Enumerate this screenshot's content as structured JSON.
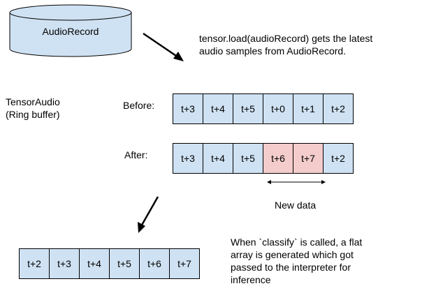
{
  "db_label": "AudioRecord",
  "load_note": [
    "tensor.load(audioRecord) gets the latest",
    "audio samples from AudioRecord."
  ],
  "tensor_label": [
    "TensorAudio",
    "(Ring buffer)"
  ],
  "before_label": "Before:",
  "after_label": "After:",
  "before_cells": [
    {
      "text": "t+3",
      "color": "#cfe2f3"
    },
    {
      "text": "t+4",
      "color": "#cfe2f3"
    },
    {
      "text": "t+5",
      "color": "#cfe2f3"
    },
    {
      "text": "t+0",
      "color": "#cfe2f3"
    },
    {
      "text": "t+1",
      "color": "#cfe2f3"
    },
    {
      "text": "t+2",
      "color": "#cfe2f3"
    }
  ],
  "after_cells": [
    {
      "text": "t+3",
      "color": "#cfe2f3"
    },
    {
      "text": "t+4",
      "color": "#cfe2f3"
    },
    {
      "text": "t+5",
      "color": "#cfe2f3"
    },
    {
      "text": "t+6",
      "color": "#f4cccc"
    },
    {
      "text": "t+7",
      "color": "#f4cccc"
    },
    {
      "text": "t+2",
      "color": "#cfe2f3"
    }
  ],
  "new_data_label": "New data",
  "flat_cells": [
    {
      "text": "t+2",
      "color": "#cfe2f3"
    },
    {
      "text": "t+3",
      "color": "#cfe2f3"
    },
    {
      "text": "t+4",
      "color": "#cfe2f3"
    },
    {
      "text": "t+5",
      "color": "#cfe2f3"
    },
    {
      "text": "t+6",
      "color": "#cfe2f3"
    },
    {
      "text": "t+7",
      "color": "#cfe2f3"
    }
  ],
  "classify_note": [
    "When `classify` is called, a flat",
    "array is generated which got",
    "passed to the interpreter for",
    "inference"
  ]
}
